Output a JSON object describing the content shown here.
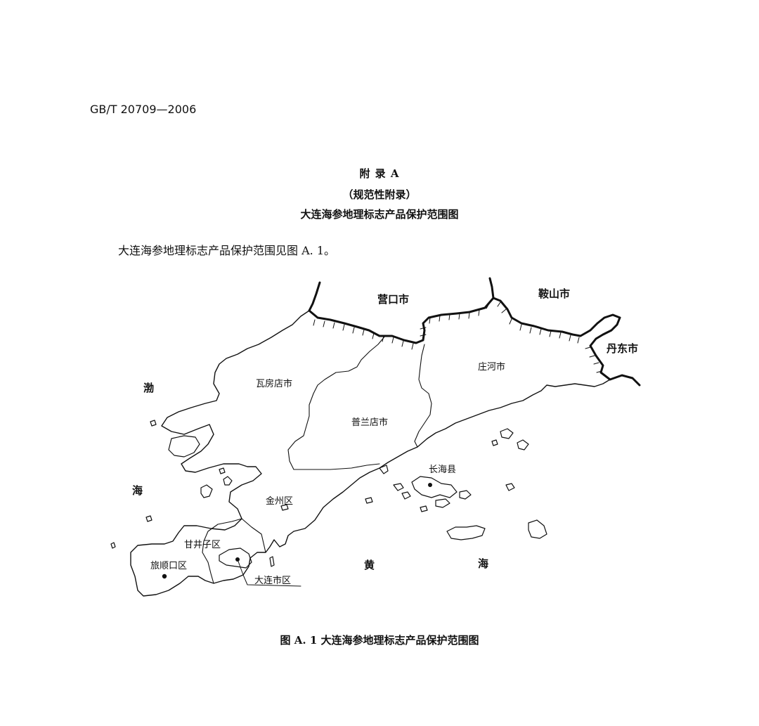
{
  "header": {
    "std_code": "GB/T 20709—2006"
  },
  "heading": {
    "appendix": "附  录  A",
    "normative": "（规范性附录）",
    "title": "大连海参地理标志产品保护范围图"
  },
  "body": {
    "text": "大连海参地理标志产品保护范围见图 A. 1。"
  },
  "map": {
    "labels": {
      "yingkou": "营口市",
      "anshan": "鞍山市",
      "dandong": "丹东市",
      "zhuanghe": "庄河市",
      "wafangdian": "瓦房店市",
      "pulandian": "普兰店市",
      "changhai": "长海县",
      "jinzhou": "金州区",
      "ganjingzi": "甘井子区",
      "lvshunkou": "旅顺口区",
      "dalian_city": "大连市区",
      "bo": "渤",
      "hai_bohai": "海",
      "huang": "黄",
      "hai_huanghai": "海"
    }
  },
  "caption": {
    "text": "图 A. 1   大连海参地理标志产品保护范围图"
  }
}
